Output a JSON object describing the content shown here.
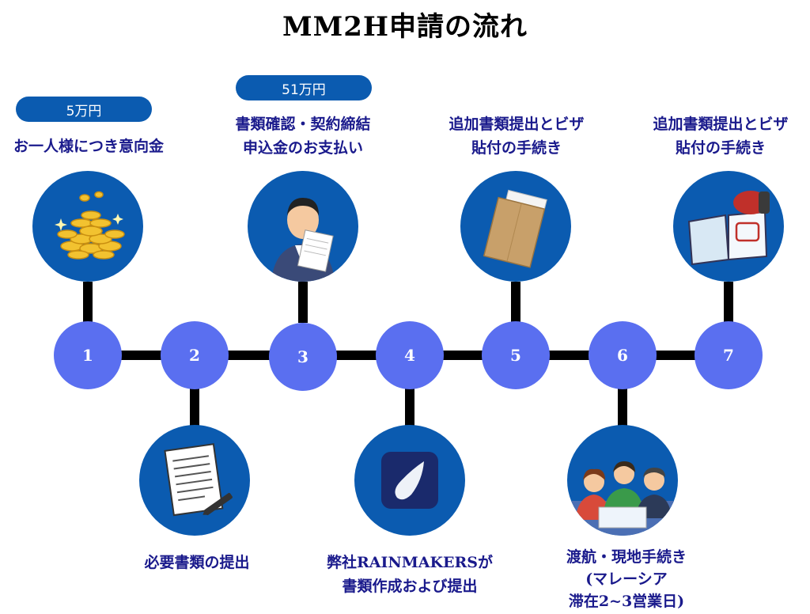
{
  "title": "MM2H申請の流れ",
  "steps": [
    {
      "num": "1",
      "label": [
        "お一人様につき意向金"
      ],
      "pill": "5万円",
      "icon": "coins-icon"
    },
    {
      "num": "2",
      "label": [
        "必要書類の提出"
      ],
      "icon": "document-pen-icon"
    },
    {
      "num": "3",
      "label": [
        "書類確認・契約締結",
        "申込金のお支払い"
      ],
      "pill": "51万円",
      "icon": "businessman-reading-icon"
    },
    {
      "num": "4",
      "label": [
        "弊社RAINMAKERSが",
        "書類作成および提出"
      ],
      "icon": "rainmakers-logo-icon"
    },
    {
      "num": "5",
      "label": [
        "追加書類提出とビザ",
        "貼付の手続き"
      ],
      "icon": "envelope-icon"
    },
    {
      "num": "6",
      "label": [
        "渡航・現地手続き",
        "(マレーシア",
        "滞在2~3営業日)"
      ],
      "icon": "meeting-people-icon"
    },
    {
      "num": "7",
      "label": [
        "追加書類提出とビザ",
        "貼付の手続き"
      ],
      "icon": "passport-stamp-icon"
    }
  ],
  "colors": {
    "node": "#5a6ff0",
    "circle": "#0b5bb0",
    "label": "#1a1a8c",
    "line": "#000000"
  }
}
